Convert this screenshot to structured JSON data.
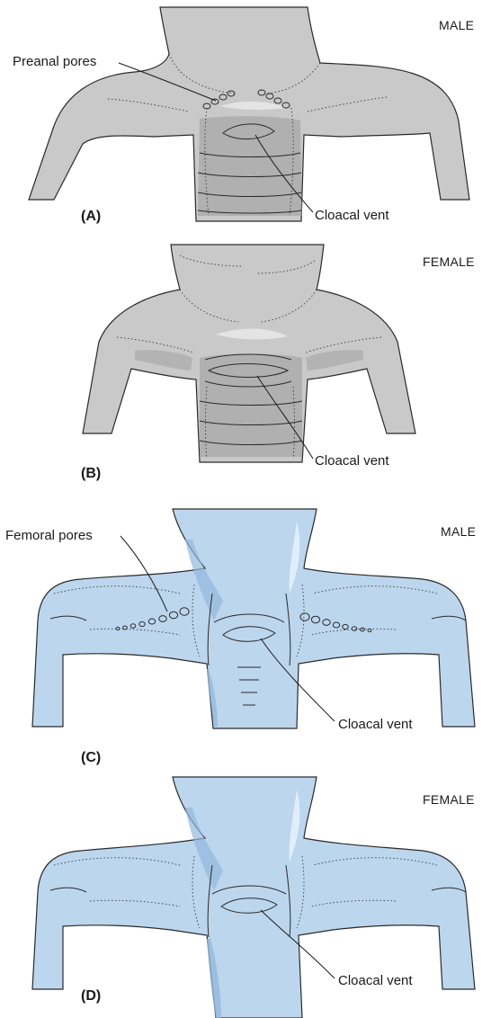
{
  "panels": [
    {
      "id": "A",
      "panel_label": "(A)",
      "sex_label": "MALE",
      "pore_label": "Preanal pores",
      "vent_label": "Cloacal vent"
    },
    {
      "id": "B",
      "panel_label": "(B)",
      "sex_label": "FEMALE",
      "vent_label": "Cloacal vent"
    },
    {
      "id": "C",
      "panel_label": "(C)",
      "sex_label": "MALE",
      "pore_label": "Femoral pores",
      "vent_label": "Cloacal vent"
    },
    {
      "id": "D",
      "panel_label": "(D)",
      "sex_label": "FEMALE",
      "vent_label": "Cloacal vent"
    }
  ],
  "colors": {
    "panel_ab_fill": "#c9c9c9",
    "panel_cd_fill": "#bcd6ee",
    "outline": "#2a2a2a"
  }
}
